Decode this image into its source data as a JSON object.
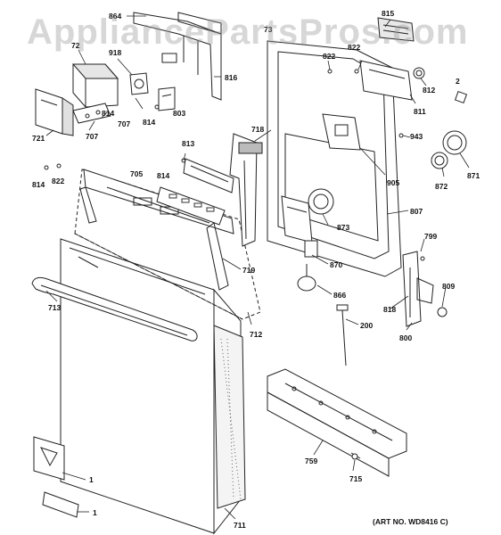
{
  "watermark": "AppliancePartsPros.com",
  "art_number": "(ART NO. WD8416 C)",
  "callouts": [
    "864",
    "72",
    "918",
    "815",
    "822",
    "822",
    "812",
    "2",
    "721",
    "814",
    "707",
    "707",
    "803",
    "814",
    "816",
    "811",
    "943",
    "871",
    "872",
    "814",
    "822",
    "813",
    "718",
    "905",
    "705",
    "814",
    "873",
    "807",
    "799",
    "870",
    "719",
    "809",
    "713",
    "866",
    "818",
    "712",
    "200",
    "800",
    "1",
    "1",
    "711",
    "759",
    "715",
    "73"
  ],
  "part_icons": [
    "door-panel-shape",
    "control-panel-shape",
    "tub-shape",
    "hinge-shape",
    "kickplate-shape",
    "handle-shape",
    "bracket-shape"
  ]
}
